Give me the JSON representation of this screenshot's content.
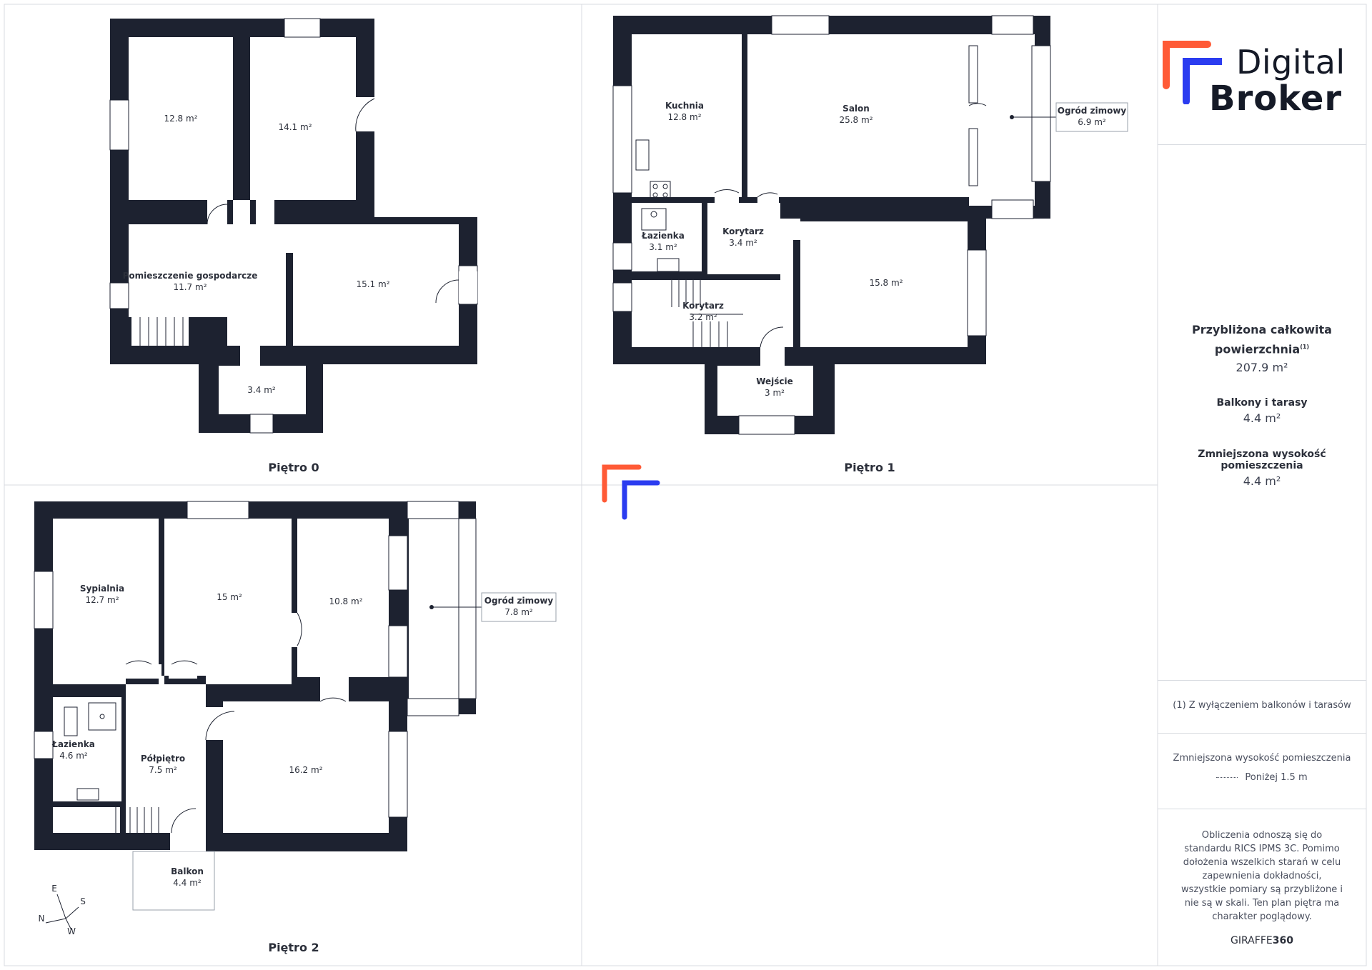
{
  "brand": {
    "name_line1": "Digital",
    "name_line2": "Broker",
    "accent_orange": "#ff5a36",
    "accent_blue": "#2b3cf0"
  },
  "floors": [
    {
      "label": "Piętro 0",
      "rooms": [
        {
          "name": "",
          "area": "12.8 m²"
        },
        {
          "name": "",
          "area": "14.1 m²"
        },
        {
          "name": "Pomieszczenie gospodarcze",
          "area": "11.7 m²"
        },
        {
          "name": "",
          "area": "15.1 m²"
        },
        {
          "name": "",
          "area": "3.4 m²"
        }
      ]
    },
    {
      "label": "Piętro 1",
      "rooms": [
        {
          "name": "Kuchnia",
          "area": "12.8 m²"
        },
        {
          "name": "Salon",
          "area": "25.8 m²"
        },
        {
          "name": "Ogród zimowy",
          "area": "6.9 m²"
        },
        {
          "name": "Łazienka",
          "area": "3.1 m²"
        },
        {
          "name": "Korytarz",
          "area": "3.4 m²"
        },
        {
          "name": "",
          "area": "15.8 m²"
        },
        {
          "name": "Korytarz",
          "area": "3.2 m²"
        },
        {
          "name": "Wejście",
          "area": "3 m²"
        }
      ]
    },
    {
      "label": "Piętro 2",
      "rooms": [
        {
          "name": "Sypialnia",
          "area": "12.7 m²"
        },
        {
          "name": "",
          "area": "15 m²"
        },
        {
          "name": "",
          "area": "10.8 m²"
        },
        {
          "name": "Ogród zimowy",
          "area": "7.8 m²"
        },
        {
          "name": "Łazienka",
          "area": "4.6 m²"
        },
        {
          "name": "Półpiętro",
          "area": "7.5 m²"
        },
        {
          "name": "",
          "area": "16.2 m²"
        },
        {
          "name": "Balkon",
          "area": "4.4 m²"
        }
      ]
    }
  ],
  "compass": {
    "n": "N",
    "e": "E",
    "s": "S",
    "w": "W"
  },
  "summary": {
    "total_title_line1": "Przybliżona całkowita",
    "total_title_line2": "powierzchnia",
    "total_sup": "(1)",
    "total_value": "207.9 m²",
    "balconies_title": "Balkony i tarasy",
    "balconies_value": "4.4 m²",
    "reduced_title": "Zmniejszona wysokość pomieszczenia",
    "reduced_value": "4.4 m²",
    "footnote": "(1) Z wyłączeniem balkonów i tarasów",
    "legend_title": "Zmniejszona wysokość pomieszczenia",
    "legend_item": "Poniżej 1.5 m",
    "disclaimer": "Obliczenia odnoszą się do standardu RICS IPMS 3C. Pomimo dołożenia wszelkich starań w celu zapewnienia dokładności, wszystkie pomiary są przybliżone i nie są w skali. Ten plan piętra ma charakter poglądowy.",
    "provider_prefix": "GIRAFFE",
    "provider_suffix": "360"
  },
  "colors": {
    "wall": "#1d2230",
    "panel_border": "#d8dbe0",
    "text": "#2b2f3a"
  }
}
